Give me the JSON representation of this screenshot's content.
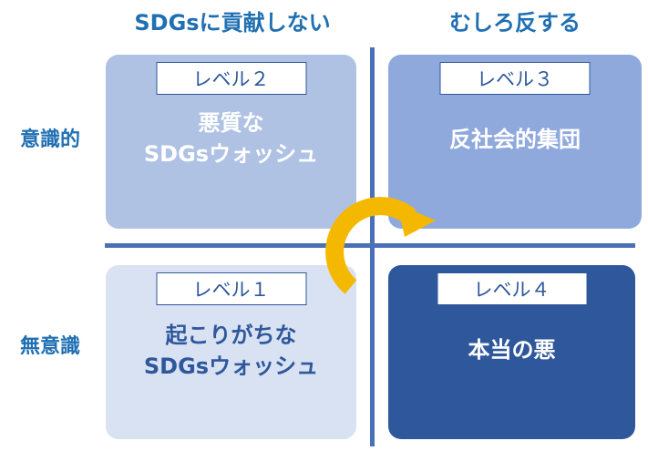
{
  "columns": {
    "left": "SDGsに貢献しない",
    "right": "むしろ反する"
  },
  "rows": {
    "top": "意識的",
    "bottom": "無意識"
  },
  "quadrants": {
    "top_left": {
      "level": "レベル２",
      "lines": [
        "悪質な",
        "SDGsウォッシュ"
      ]
    },
    "top_right": {
      "level": "レベル３",
      "lines": [
        "反社会的集団"
      ]
    },
    "bottom_left": {
      "level": "レベル１",
      "lines": [
        "起こりがちな",
        "SDGsウォッシュ"
      ]
    },
    "bottom_right": {
      "level": "レベル４",
      "lines": [
        "本当の悪"
      ]
    }
  },
  "colors": {
    "header_text": "#1f6fb2",
    "axis": "#4a70b8",
    "arrow": "#f5b800"
  }
}
